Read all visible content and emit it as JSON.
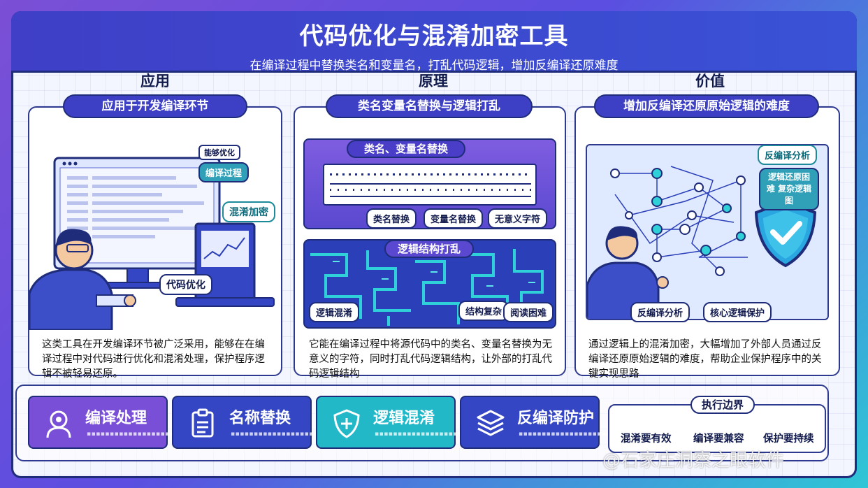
{
  "header": {
    "title": "代码优化与混淆加密工具",
    "subtitle": "在编译过程中替换类名和变量名，打乱代码逻辑，增加反编译还原难度"
  },
  "columns": [
    {
      "heading": "应用",
      "pill": "应用于开发编译环节",
      "tags": [
        "编译过程",
        "混淆加密",
        "代码优化"
      ],
      "top_tag_small": "能够优化",
      "description": "这类工具在开发编译环节被广泛采用，能够在在编译过程中对代码进行优化和混淆处理，保护程序逻辑不被轻易还原。"
    },
    {
      "heading": "原理",
      "pill": "类名变量名替换与逻辑打乱",
      "rename_box": {
        "title": "类名、变量名替换",
        "tags": [
          "类名替换",
          "变量名替换",
          "无意义字符"
        ]
      },
      "maze_box": {
        "title": "逻辑结构打乱",
        "tags": [
          "逻辑混淆",
          "结构复杂",
          "阅读困难"
        ]
      },
      "description": "它能在编译过程中将源代码中的类名、变量名替换为无意义的字符，同时打乱代码逻辑结构，让外部的打乱代码逻辑结构"
    },
    {
      "heading": "价值",
      "pill": "增加反编译还原原始逻辑的难度",
      "tags_right": [
        "反编译分析",
        "逻辑还原困难 复杂逻辑图"
      ],
      "tags_bottom": [
        "反编译分析",
        "核心逻辑保护"
      ],
      "description": "通过逻辑上的混淆加密，大幅增加了外部人员通过反编译还原原始逻辑的难度，帮助企业保护程序中的关键实现思路"
    }
  ],
  "features": [
    {
      "label": "编译处理",
      "icon": "user-badge-icon",
      "color": "#7a4fd8"
    },
    {
      "label": "名称替换",
      "icon": "document-list-icon",
      "color": "#3546c4"
    },
    {
      "label": "逻辑混淆",
      "icon": "shield-plus-icon",
      "color": "#22b8c8"
    },
    {
      "label": "反编译防护",
      "icon": "layered-box-icon",
      "color": "#3546c4"
    }
  ],
  "boundary": {
    "title": "执行边界",
    "items": [
      "混淆要有效",
      "编译要兼容",
      "保护要持续"
    ]
  },
  "watermark": "@石家庄洞察之眼软件"
}
